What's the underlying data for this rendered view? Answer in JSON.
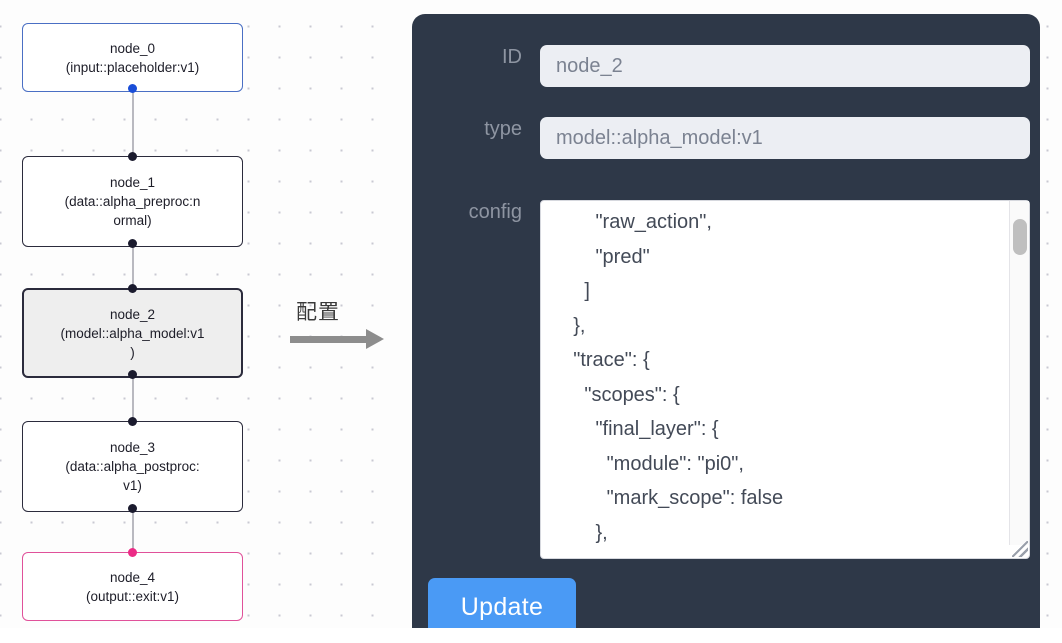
{
  "graph": {
    "nodes": [
      {
        "id": "node_0",
        "title": "node_0",
        "subtitle": "(input::placeholder:v1)",
        "variant": "blue",
        "selected": false
      },
      {
        "id": "node_1",
        "title": "node_1",
        "subtitle": "(data::alpha_preproc:n",
        "subtitle2": "ormal)",
        "variant": "default",
        "selected": false
      },
      {
        "id": "node_2",
        "title": "node_2",
        "subtitle": "(model::alpha_model:v1",
        "subtitle2": ")",
        "variant": "default",
        "selected": true
      },
      {
        "id": "node_3",
        "title": "node_3",
        "subtitle": "(data::alpha_postproc:",
        "subtitle2": "v1)",
        "variant": "default",
        "selected": false
      },
      {
        "id": "node_4",
        "title": "node_4",
        "subtitle": "(output::exit:v1)",
        "variant": "pink",
        "selected": false
      }
    ],
    "colors": {
      "input_accent": "#4a6fc4",
      "output_accent": "#e0519a",
      "handle": "#1b1b2e",
      "edge": "#b9b9c0",
      "selected_fill": "#eeeeee"
    }
  },
  "annotation": {
    "label": "配置",
    "arrow": "arrow-right"
  },
  "inspector": {
    "panel_color": "#2e3848",
    "fields": {
      "id_label": "ID",
      "id_value": "node_2",
      "type_label": "type",
      "type_value": "model::alpha_model:v1",
      "config_label": "config",
      "config_value": "        \"raw_action\",\n        \"pred\"\n      ]\n    },\n    \"trace\": {\n      \"scopes\": {\n        \"final_layer\": {\n          \"module\": \"pi0\",\n          \"mark_scope\": false\n        },\n        \"action_model\": {"
    },
    "update_label": "Update",
    "update_color": "#4a9af5"
  }
}
